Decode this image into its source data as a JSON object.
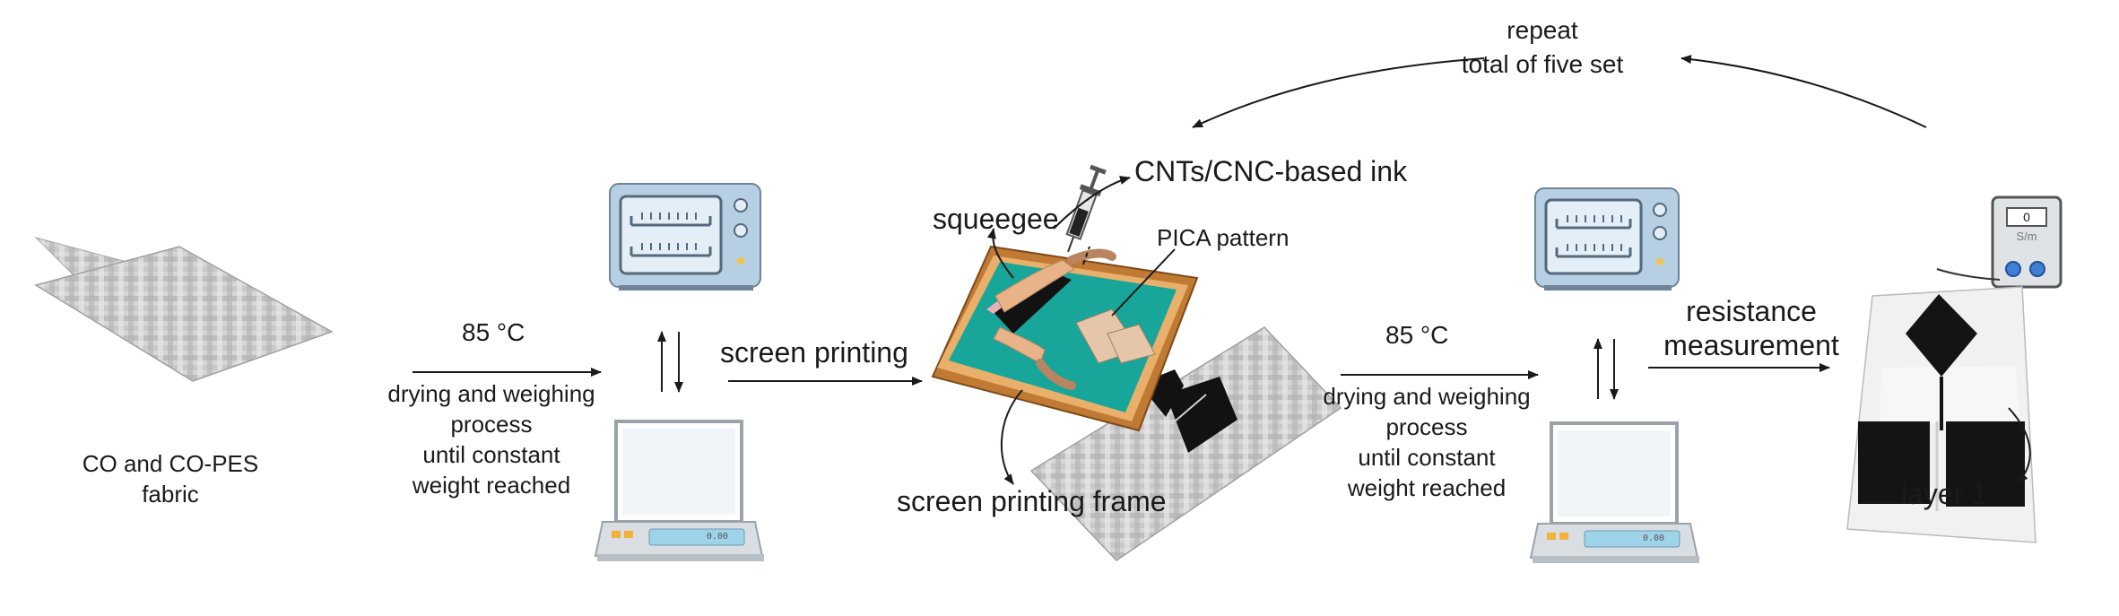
{
  "labels": {
    "repeat_line1": "repeat",
    "repeat_line2": "total of five set",
    "ink": "CNTs/CNC-based ink",
    "squeegee": "squeegee",
    "pica": "PICA pattern",
    "temp_left": "85 °C",
    "temp_right": "85 °C",
    "screen_printing": "screen printing",
    "drying_left": [
      "drying and weighing",
      "process",
      "until constant",
      "weight reached"
    ],
    "drying_right": [
      "drying and weighing",
      "process",
      "until constant",
      "weight reached"
    ],
    "fabric": [
      "CO and CO-PES",
      "fabric"
    ],
    "frame": "screen printing frame",
    "resistance": [
      "resistance",
      "measurement"
    ],
    "layer": "layer 1",
    "meter_value": "0",
    "meter_unit": "S/m",
    "scale_left_display": "0.00",
    "scale_right_display": "0.00"
  },
  "icons": [
    "fabric-mesh-icon",
    "oven-icon",
    "scale-icon",
    "screen-printing-icon",
    "syringe-icon",
    "multimeter-icon",
    "printed-fabric-icon"
  ],
  "colors": {
    "screen_teal": "#16a49a",
    "frame_wood": "#b9742e",
    "oven_body": "#b9d3e6",
    "scale_display": "#9ad0e6",
    "ink_black": "#141414"
  }
}
